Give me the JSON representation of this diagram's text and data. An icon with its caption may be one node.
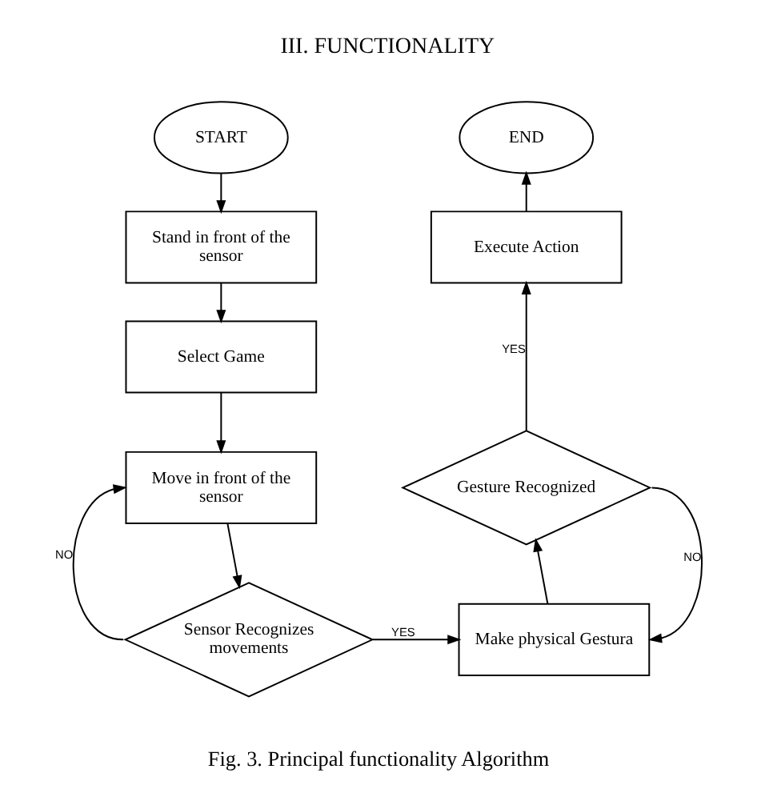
{
  "diagram": {
    "title": "III. FUNCTIONALITY",
    "caption": "Fig. 3. Principal functionality Algorithm",
    "nodes": [
      {
        "text": [
          "START"
        ]
      },
      {
        "text": [
          "Stand in front of the sensor"
        ]
      },
      {
        "text": [
          "Select Game"
        ]
      },
      {
        "text": [
          "Move in front of the sensor"
        ]
      },
      {
        "text": [
          "Sensor Recognizes movements"
        ]
      },
      {
        "text": [
          "Make physical Gestura"
        ]
      },
      {
        "text": [
          "Gesture Recognized"
        ]
      },
      {
        "text": [
          "Execute Action"
        ]
      },
      {
        "text": [
          "END"
        ]
      }
    ],
    "edges": [
      {
        "from": 0,
        "to": 1,
        "arrow": "to"
      },
      {
        "from": 1,
        "to": 2,
        "arrow": "to"
      },
      {
        "from": 2,
        "to": 3,
        "arrow": "to"
      },
      {
        "from": 3,
        "to": 4,
        "arrow": "to"
      },
      {
        "from": 4,
        "to": 3,
        "arrow": "to",
        "label": "NO"
      },
      {
        "from": 4,
        "to": 5,
        "arrow": "to",
        "label": "YES"
      },
      {
        "from": 5,
        "to": 6,
        "arrow": "to"
      },
      {
        "from": 6,
        "to": 5,
        "arrow": "to",
        "label": "NO"
      },
      {
        "from": 6,
        "to": 7,
        "arrow": "to",
        "label": "YES"
      },
      {
        "from": 7,
        "to": 8,
        "arrow": "to"
      }
    ]
  }
}
